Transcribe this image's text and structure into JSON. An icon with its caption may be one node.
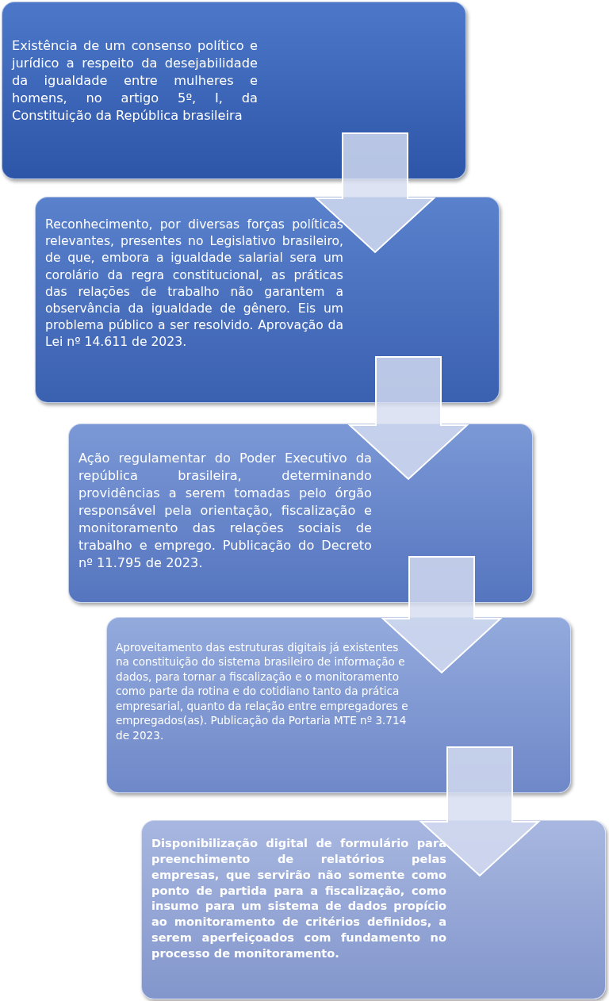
{
  "diagram": {
    "nodes": [
      {
        "text": [
          "Existência de um consenso político e jurídico a respeito da desejabilidade da igualdade entre mulheres e homens, no artigo 5º, I, da Constituição da República brasileira"
        ]
      },
      {
        "text": [
          "Reconhecimento, por diversas forças políticas relevantes, presentes no Legislativo brasileiro, de que, embora a igualdade salarial sera um corolário da regra constitucional, as práticas das relações de trabalho não garantem a observância da igualdade de gênero. Eis um problema público a ser resolvido. Aprovação da Lei nº 14.611 de 2023."
        ]
      },
      {
        "text": [
          "Ação regulamentar do Poder Executivo da república brasileira, determinando providências a serem tomadas pelo órgão responsável pela orientação, fiscalização e monitoramento das relações sociais de trabalho e emprego. Publicação do Decreto nº 11.795 de 2023."
        ]
      },
      {
        "text": [
          "Aproveitamento das estruturas digitais já existentes na constituição do sistema brasileiro de informação e dados, para tornar a fiscalização e o monitoramento como parte da rotina e do cotidiano tanto da prática empresarial, quanto da relação entre empregadores e empregados(as). Publicação da Portaria MTE nº 3.714 de 2023."
        ]
      },
      {
        "text": [
          "Disponibilização digital de formulário  para preenchimento de relatórios pelas empresas, que servirão não somente como ponto de partida para a fiscalização, como insumo para um sistema de dados propício ao monitoramento de critérios definidos, a serem aperfeiçoados com fundamento no processo de monitoramento."
        ]
      }
    ],
    "edges": [
      {
        "from": 0,
        "to": 1,
        "arrow": "to"
      },
      {
        "from": 1,
        "to": 2,
        "arrow": "to"
      },
      {
        "from": 2,
        "to": 3,
        "arrow": "to"
      },
      {
        "from": 3,
        "to": 4,
        "arrow": "to"
      }
    ]
  }
}
